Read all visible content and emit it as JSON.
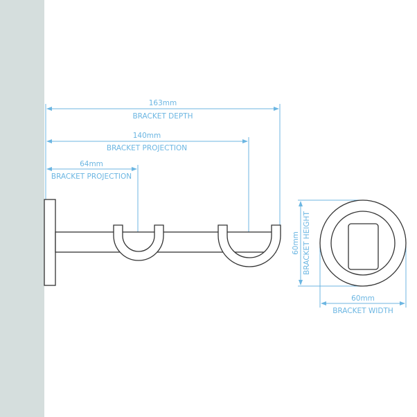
{
  "colors": {
    "wall": "#d5dedd",
    "dimension": "#6cb6e2",
    "outline": "#333333"
  },
  "dimensions": {
    "depth": {
      "value": "163mm",
      "label": "BRACKET DEPTH"
    },
    "projection_outer": {
      "value": "140mm",
      "label": "BRACKET PROJECTION"
    },
    "projection_inner": {
      "value": "64mm",
      "label": "BRACKET PROJECTION"
    },
    "height": {
      "value": "60mm",
      "label": "BRACKET HEIGHT"
    },
    "width": {
      "value": "60mm",
      "label": "BRACKET WIDTH"
    }
  }
}
